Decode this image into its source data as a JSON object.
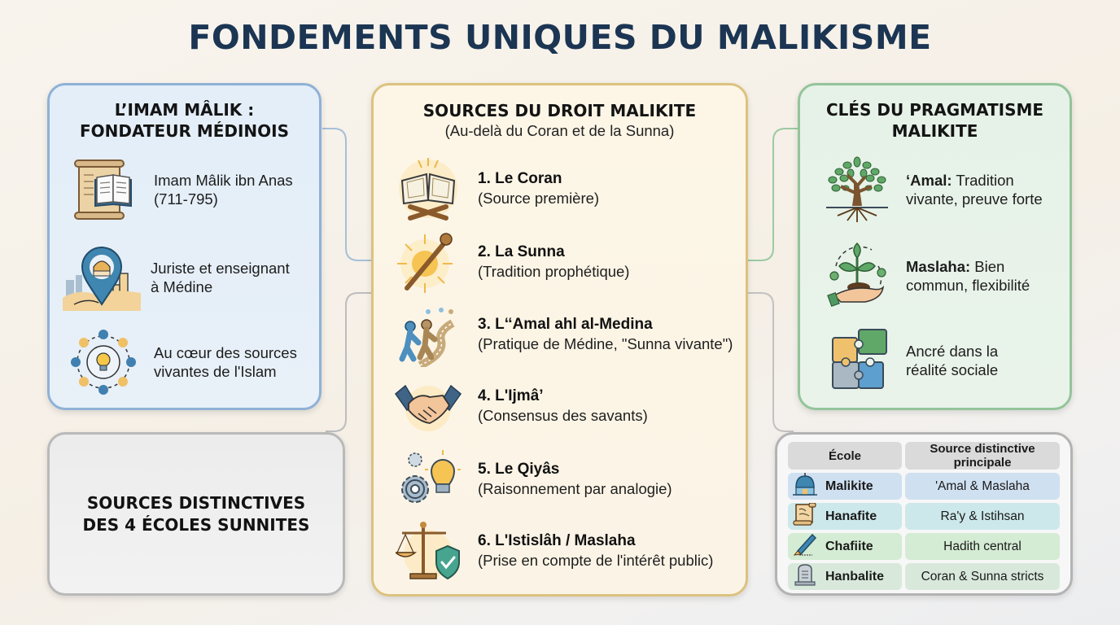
{
  "title": "FONDEMENTS UNIQUES DU MALIKISME",
  "colors": {
    "title": "#1b3553",
    "blue_border": "#8fb1d6",
    "gold_border": "#dcc27e",
    "green_border": "#93c49a",
    "gray_border": "#b9b9b9"
  },
  "founder": {
    "heading_line1": "L’IMAM MÂLIK :",
    "heading_line2": "FONDATEUR MÉDINOIS",
    "items": [
      {
        "icon": "scroll-book-icon",
        "line1": "Imam Mâlik ibn Anas",
        "line2": "(711-795)"
      },
      {
        "icon": "medina-location-pin-icon",
        "line1": "Juriste et enseignant",
        "line2": "à Médine"
      },
      {
        "icon": "community-lightbulb-icon",
        "line1": "Au cœur des sources",
        "line2": "vivantes de l'Islam"
      }
    ]
  },
  "sources": {
    "heading": "SOURCES DU DROIT MALIKITE",
    "subheading": "(Au-delà du Coran et de la Sunna)",
    "items": [
      {
        "icon": "quran-on-stand-icon",
        "title": "1. Le Coran",
        "sub": "(Source première)"
      },
      {
        "icon": "sun-staff-icon",
        "title": "2. La Sunna",
        "sub": "(Tradition prophétique)"
      },
      {
        "icon": "people-walking-path-icon",
        "title": "3. L‘‘Amal ahl al-Medina",
        "sub": "(Pratique de Médine, \"Sunna vivante\")"
      },
      {
        "icon": "handshake-icon",
        "title": "4. L'Ijmâ’",
        "sub": "(Consensus des savants)"
      },
      {
        "icon": "gears-lightbulb-icon",
        "title": "5. Le Qiyâs",
        "sub": "(Raisonnement par analogie)"
      },
      {
        "icon": "scales-shield-icon",
        "title": "6. L'Istislâh / Maslaha",
        "sub": "(Prise en compte de l'intérêt public)"
      }
    ]
  },
  "pragmatism": {
    "heading_line1": "CLÉS DU PRAGMATISME",
    "heading_line2": "MALIKITE",
    "items": [
      {
        "icon": "tree-roots-icon",
        "bold": "‘Amal:",
        "rest1": " Tradition",
        "line2": "vivante, preuve forte"
      },
      {
        "icon": "plant-in-hand-icon",
        "bold": "Maslaha:",
        "rest1": " Bien",
        "line2": "commun, flexibilité"
      },
      {
        "icon": "puzzle-pieces-icon",
        "bold": "",
        "rest1": "Ancré dans la",
        "line2": "réalité sociale"
      }
    ]
  },
  "schools_box": {
    "heading_line1": "SOURCES DISTINCTIVES",
    "heading_line2": "DES 4 ÉCOLES SUNNITES"
  },
  "schools_table": {
    "headers": [
      "École",
      "Source distinctive principale"
    ],
    "rows": [
      {
        "icon": "mosque-dome-icon",
        "school": "Malikite",
        "source": "'Amal & Maslaha"
      },
      {
        "icon": "scroll-calligraphy-icon",
        "school": "Hanafite",
        "source": "Ra'y & Istihsan"
      },
      {
        "icon": "fountain-pen-icon",
        "school": "Chafiite",
        "source": "Hadith central"
      },
      {
        "icon": "tombstone-icon",
        "school": "Hanbalite",
        "source": "Coran & Sunna stricts"
      }
    ]
  }
}
